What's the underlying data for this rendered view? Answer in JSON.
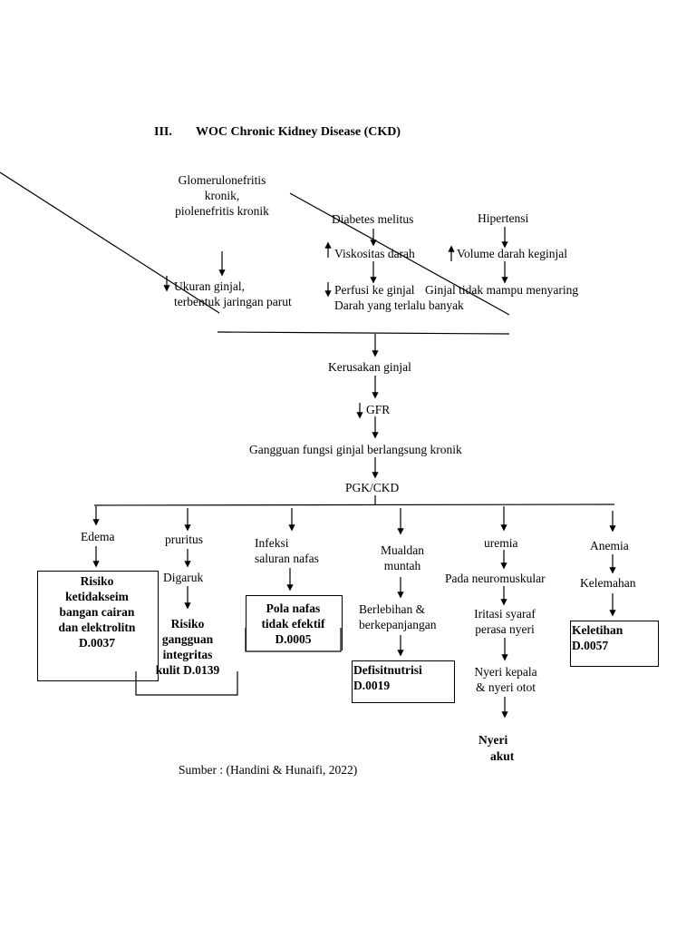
{
  "heading": {
    "number": "III.",
    "title": "WOC Chronic Kidney Disease (CKD)"
  },
  "causes": {
    "glomerulo": [
      "Glomerulonefritis",
      "kronik,",
      "piolenefritis kronik"
    ],
    "diabetes": "Diabetes melitus",
    "hipertensi": "Hipertensi"
  },
  "middle": {
    "viskositas": "Viskositas darah",
    "volume": "Volume darah keginjal",
    "ukuran": [
      "Ukuran ginjal,",
      "terbentuk jaringan parut"
    ],
    "perfusi": "Perfusi ke ginjal",
    "ginjal_tidak_mampu": "Ginjal tidak mampu menyaring",
    "darah_banyak": "Darah yang terlalu banyak"
  },
  "chain": {
    "kerusakan": "Kerusakan ginjal",
    "gfr": "GFR",
    "gangguan": "Gangguan fungsi ginjal berlangsung kronik",
    "pgk": "PGK/CKD"
  },
  "branches": {
    "edema": "Edema",
    "risiko_cairan": [
      "Risiko",
      "ketidakseim",
      "bangan cairan",
      "dan elektrolitn",
      "D.0037"
    ],
    "pruritus": "pruritus",
    "digaruk": "Digaruk",
    "risiko_kulit": [
      "Risiko",
      "gangguan",
      "integritas",
      "kulit D.0139"
    ],
    "infeksi": [
      "Infeksi",
      "saluran nafas"
    ],
    "pola_nafas": [
      "Pola nafas",
      "tidak efektif",
      "D.0005"
    ],
    "mual": [
      "Mualdan",
      "muntah"
    ],
    "berlebihan": [
      "Berlebihan &",
      "berkepanjangan"
    ],
    "defisit": [
      "Defisitnutrisi",
      "D.0019"
    ],
    "uremia": "uremia",
    "neuromuskular": "Pada neuromuskular",
    "iritasi": [
      "Iritasi syaraf",
      "perasa nyeri"
    ],
    "nyeri_kepala": [
      "Nyeri kepala",
      "& nyeri otot"
    ],
    "nyeri_akut": [
      "Nyeri",
      "akut"
    ],
    "anemia": "Anemia",
    "kelemahan": "Kelemahan",
    "keletihan": [
      "Keletihan",
      "D.0057"
    ]
  },
  "source": "Sumber : (Handini  & Hunaifi, 2022)"
}
